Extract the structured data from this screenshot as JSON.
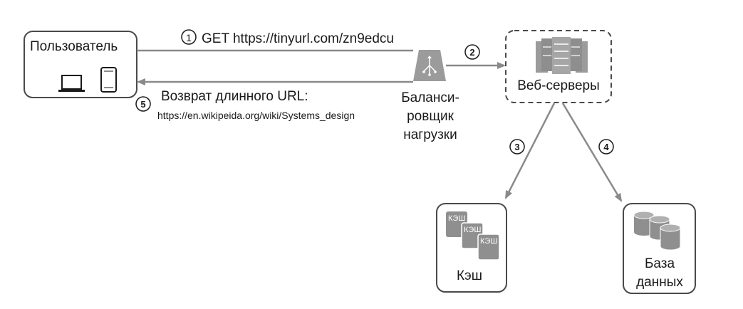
{
  "user": {
    "label": "Пользователь"
  },
  "step1": {
    "num": "1",
    "text": "GET https://tinyurl.com/zn9edcu"
  },
  "step2": {
    "num": "2"
  },
  "step3": {
    "num": "3"
  },
  "step4": {
    "num": "4"
  },
  "step5": {
    "num": "5",
    "text": "Возврат длинного URL:",
    "url": "https://en.wikipeida.org/wiki/Systems_design"
  },
  "load_balancer": {
    "line1": "Баланси-",
    "line2": "ровщик",
    "line3": "нагрузки"
  },
  "web_servers": {
    "label": "Веб-серверы"
  },
  "cache": {
    "label": "Кэш",
    "tag": "КЭШ"
  },
  "database": {
    "line1": "База",
    "line2": "данных"
  },
  "colors": {
    "line": "#8a8a8a",
    "box_stroke": "#4a4a4a",
    "icon_fill": "#9b9b9b",
    "icon_dark": "#6f6f6f"
  }
}
